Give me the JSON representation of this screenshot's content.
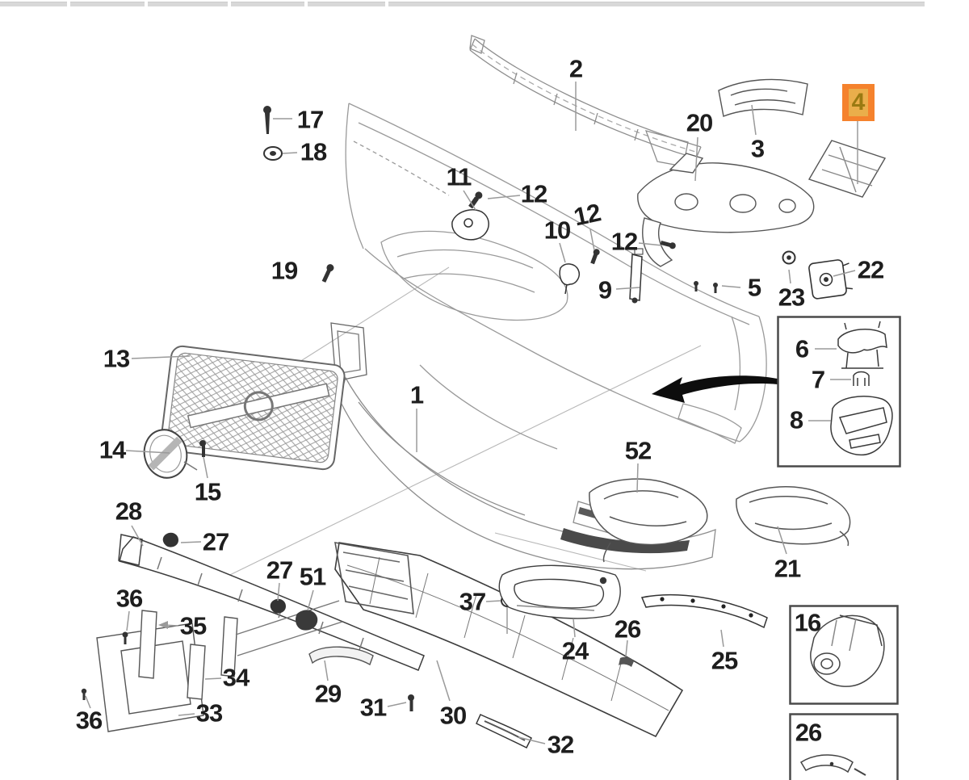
{
  "colors": {
    "highlight_orange": "#F5822D",
    "highlight_inner": "#EAAE4B",
    "highlight_digit": "#9A7A12",
    "callout_ink": "#1e1e1e",
    "art_line_gray": "#999999",
    "art_line_dark": "#3d3d3d",
    "inset_box_border": "#4a4a4a",
    "tab_divider_gray": "#d8d8d8"
  },
  "highlight_badge": {
    "text": "4"
  },
  "callouts": [
    {
      "text": "2"
    },
    {
      "text": "17"
    },
    {
      "text": "18"
    },
    {
      "text": "20"
    },
    {
      "text": "3"
    },
    {
      "text": "11"
    },
    {
      "text": "12"
    },
    {
      "text": "10"
    },
    {
      "text": "12"
    },
    {
      "text": "12"
    },
    {
      "text": "19"
    },
    {
      "text": "9"
    },
    {
      "text": "5"
    },
    {
      "text": "23"
    },
    {
      "text": "22"
    },
    {
      "text": "13"
    },
    {
      "text": "6"
    },
    {
      "text": "7"
    },
    {
      "text": "8"
    },
    {
      "text": "14"
    },
    {
      "text": "15"
    },
    {
      "text": "1"
    },
    {
      "text": "52"
    },
    {
      "text": "28"
    },
    {
      "text": "27"
    },
    {
      "text": "27"
    },
    {
      "text": "51"
    },
    {
      "text": "36"
    },
    {
      "text": "35"
    },
    {
      "text": "34"
    },
    {
      "text": "33"
    },
    {
      "text": "36"
    },
    {
      "text": "29"
    },
    {
      "text": "31"
    },
    {
      "text": "30"
    },
    {
      "text": "32"
    },
    {
      "text": "37"
    },
    {
      "text": "24"
    },
    {
      "text": "26"
    },
    {
      "text": "25"
    },
    {
      "text": "21"
    },
    {
      "text": "16"
    },
    {
      "text": "26"
    }
  ]
}
